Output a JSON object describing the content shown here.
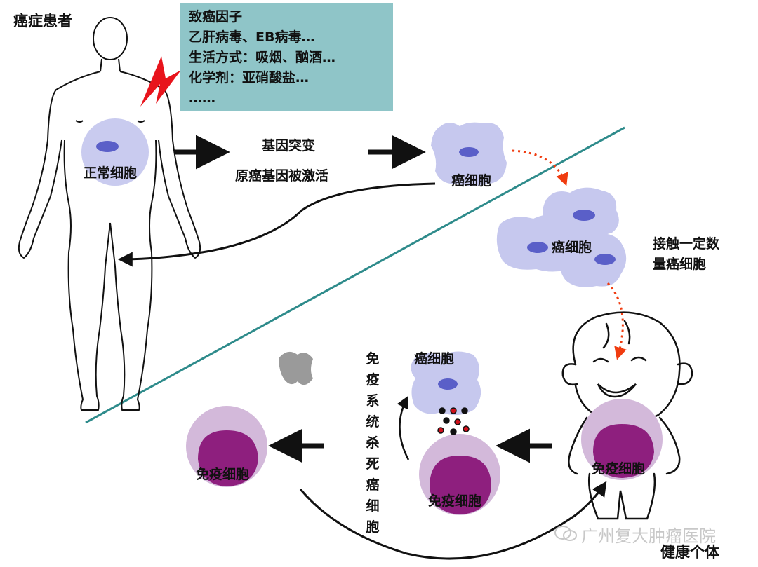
{
  "patient_label": "癌症患者",
  "healthy_label": "健康个体",
  "factors": {
    "title": "致癌因子",
    "lines": [
      "乙肝病毒、EB病毒…",
      "生活方式：吸烟、酗酒…",
      "化学剂：亚硝酸盐…",
      "……"
    ]
  },
  "normal_cell_label": "正常细胞",
  "mutation": {
    "line1": "基因突变",
    "line2": "原癌基因被激活"
  },
  "cancer_cell_label": "癌细胞",
  "cluster_label": "癌细胞",
  "contact_text": {
    "line1": "接触一定数",
    "line2": "量癌细胞"
  },
  "killed_cancer_label": "癌细胞",
  "kill_text_chars": [
    "免",
    "疫",
    "系",
    "统",
    "杀",
    "死",
    "癌",
    "细",
    "胞"
  ],
  "immune_cell_labels": {
    "left": "免疫细胞",
    "middle": "免疫细胞",
    "right": "免疫细胞"
  },
  "watermark": "广州复大肿瘤医院",
  "colors": {
    "box_bg": "#8fc5c8",
    "diagonal": "#2e8b8b",
    "cancer_cell": "#c6c8ee",
    "nucleus": "#5a5fc8",
    "immune_outer": "#d3b9da",
    "immune_inner": "#8e1f7e",
    "dotted_arrow": "#f03c10",
    "lightning": "#e8141c"
  }
}
